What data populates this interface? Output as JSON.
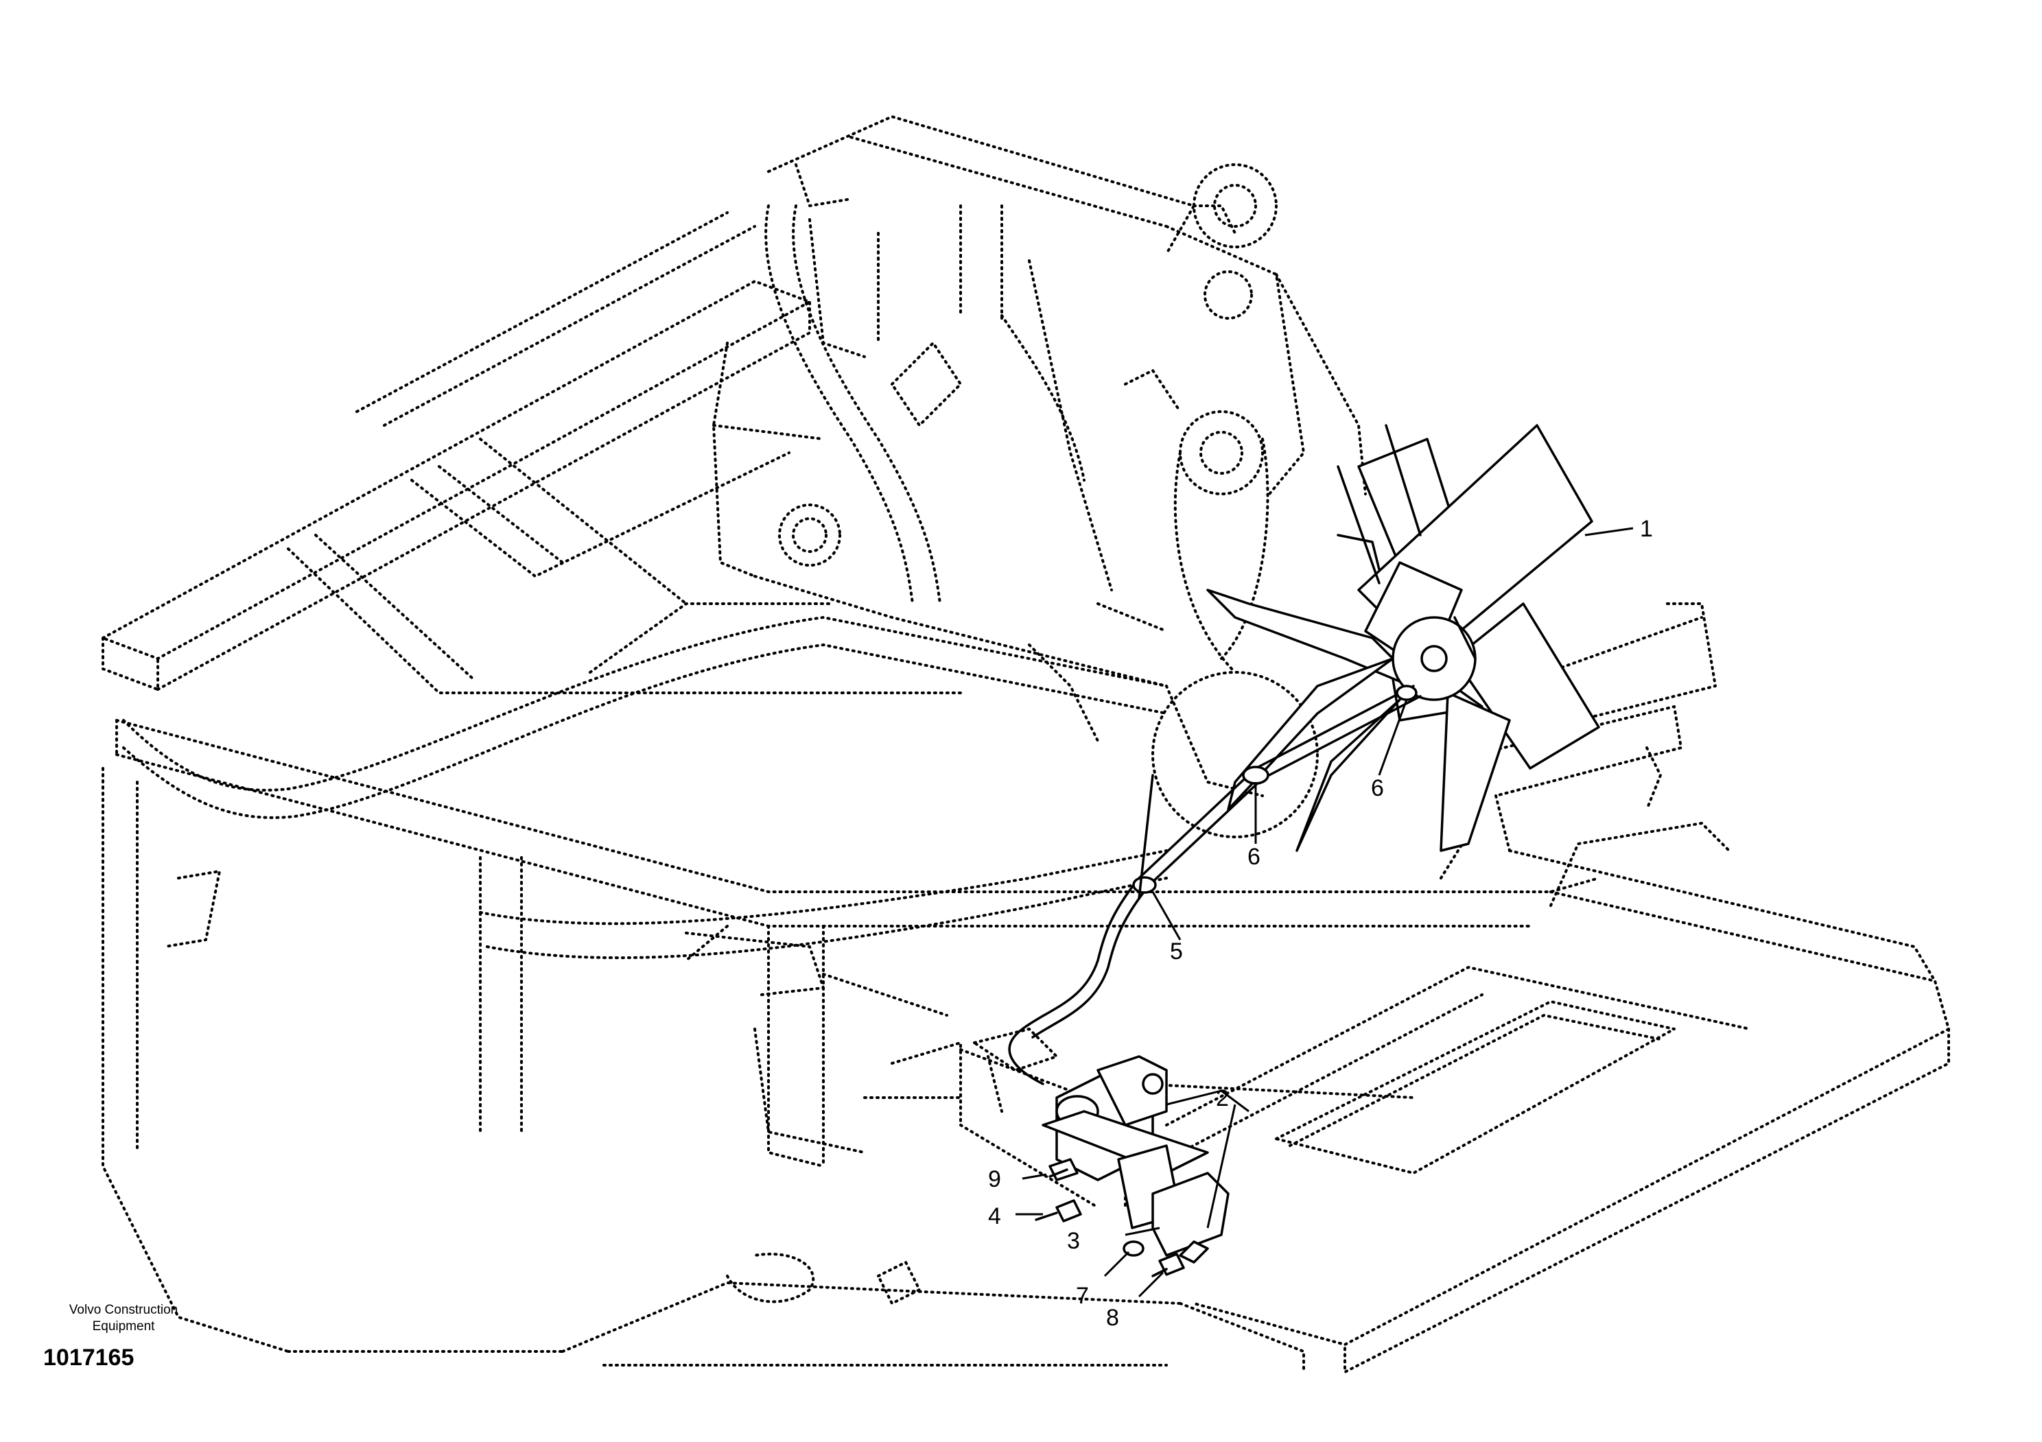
{
  "diagram": {
    "callouts": [
      {
        "id": "1",
        "label": "1"
      },
      {
        "id": "2",
        "label": "2"
      },
      {
        "id": "3",
        "label": "3"
      },
      {
        "id": "4",
        "label": "4"
      },
      {
        "id": "5",
        "label": "5"
      },
      {
        "id": "6a",
        "label": "6"
      },
      {
        "id": "6b",
        "label": "6"
      },
      {
        "id": "7",
        "label": "7"
      },
      {
        "id": "8",
        "label": "8"
      },
      {
        "id": "9",
        "label": "9"
      }
    ]
  },
  "footer": {
    "publisher": "Volvo Construction Equipment",
    "document_number": "1017165"
  }
}
